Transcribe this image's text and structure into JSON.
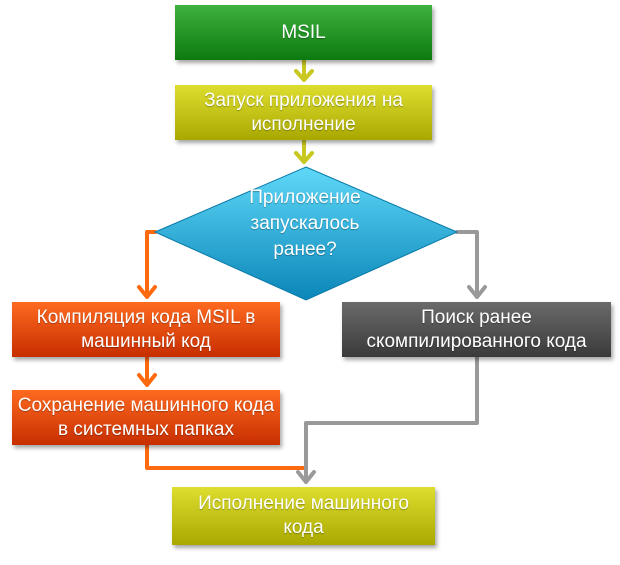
{
  "nodes": {
    "msil": "MSIL",
    "launch": "Запуск приложения на исполнение",
    "decision": "Приложение запускалось ранее?",
    "compile": "Компиляция кода MSIL в машинный код",
    "search": "Поиск ранее скомпилированного кода",
    "save": "Сохранение машинного кода в системных папках",
    "execute": "Исполнение машинного кода"
  },
  "colors": {
    "green": "#1a8c1c",
    "yellow": "#c4c41a",
    "blue": "#1aaedc",
    "orange": "#e84a10",
    "grey": "#555555",
    "arrow_yellow": "#c8c820",
    "arrow_orange": "#ff6a10",
    "arrow_grey": "#999999"
  }
}
